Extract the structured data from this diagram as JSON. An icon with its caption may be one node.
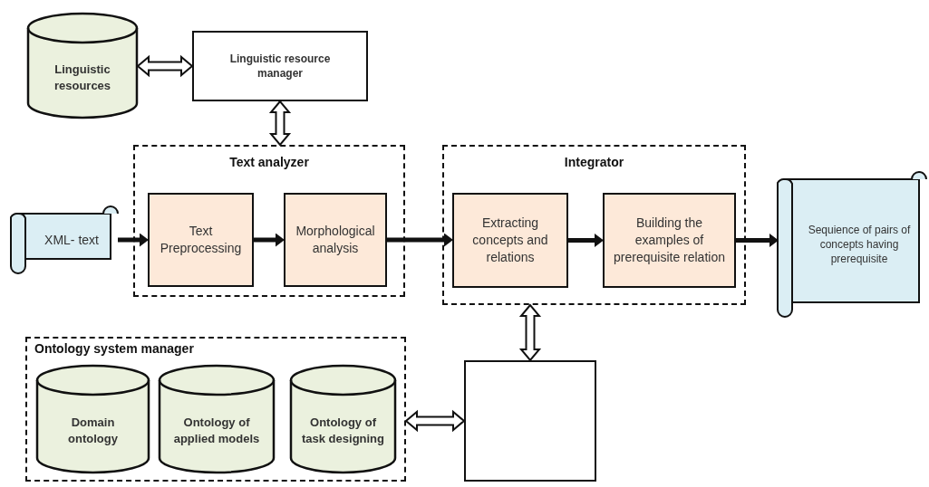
{
  "diagram": {
    "nodes": [
      {
        "text": [
          "Linguistic resources"
        ]
      },
      {
        "text": [
          "Linguistic resource manager"
        ]
      },
      {
        "text": [
          "Text analyzer"
        ]
      },
      {
        "text": [
          "Text Preprocessing"
        ],
        "in": 2
      },
      {
        "text": [
          "Morphological analysis"
        ],
        "in": 2
      },
      {
        "text": [
          "Integrator"
        ]
      },
      {
        "text": [
          "Extracting concepts and relations"
        ],
        "in": 5
      },
      {
        "text": [
          "Building the examples of prerequisite relation"
        ],
        "in": 5
      },
      {
        "text": [
          "XML- text"
        ]
      },
      {
        "text": [
          "Sequience of pairs of concepts having prerequisite"
        ]
      },
      {
        "text": [
          "Ontology  system manager"
        ]
      },
      {
        "text": [
          "Domain ontology"
        ],
        "in": 10
      },
      {
        "text": [
          "Ontology of applied models"
        ],
        "in": 10
      },
      {
        "text": [
          "Ontology of task designing"
        ],
        "in": 10
      },
      {
        "text": [],
        "shape": "box"
      }
    ],
    "edges": [
      {
        "from": 0,
        "to": 1,
        "arrow": "both",
        "style": "thick"
      },
      {
        "from": 1,
        "to": 2,
        "arrow": "both",
        "style": "thick"
      },
      {
        "from": 8,
        "to": 3,
        "arrow": "to"
      },
      {
        "from": 3,
        "to": 4,
        "arrow": "to"
      },
      {
        "from": 4,
        "to": 6,
        "arrow": "to"
      },
      {
        "from": 6,
        "to": 7,
        "arrow": "to"
      },
      {
        "from": 7,
        "to": 9,
        "arrow": "to"
      },
      {
        "from": 5,
        "to": 14,
        "arrow": "both",
        "style": "thick"
      },
      {
        "from": 10,
        "to": 14,
        "arrow": "both",
        "style": "thick"
      }
    ]
  }
}
